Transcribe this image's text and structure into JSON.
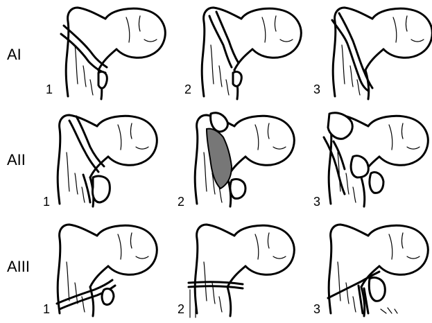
{
  "rows": [
    {
      "label": "AI",
      "panels": [
        "1",
        "2",
        "3"
      ]
    },
    {
      "label": "AII",
      "panels": [
        "1",
        "2",
        "3"
      ]
    },
    {
      "label": "AIII",
      "panels": [
        "1",
        "2",
        "3"
      ]
    }
  ]
}
